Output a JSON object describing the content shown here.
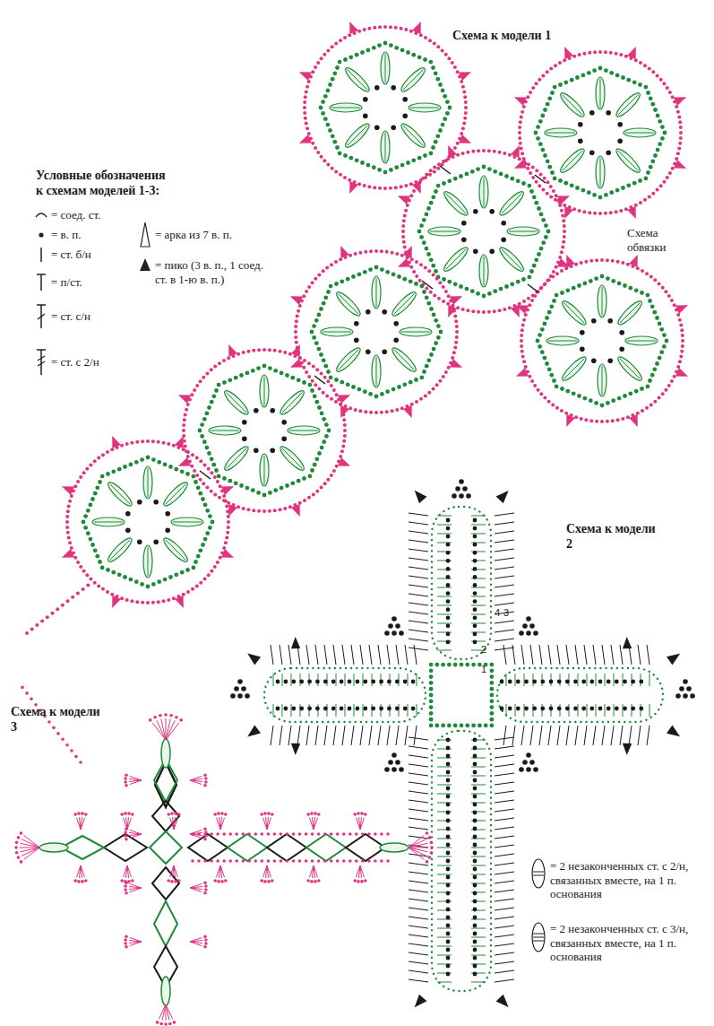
{
  "diagram": {
    "labels": [
      "Схема к модели 1",
      "Условные обозначения к схемам моделей 1-3:",
      "Схема обвязки",
      "Схема к модели 2",
      "Схема к модели 3",
      "4",
      "3",
      "2",
      "1"
    ],
    "legend": [
      {
        "text": "= соед. ст."
      },
      {
        "text": "= в. п."
      },
      {
        "text": "= ст. б/н"
      },
      {
        "text": "= п/ст."
      },
      {
        "text": "= ст. с/н"
      },
      {
        "text": "= ст. с 2/н"
      },
      {
        "text": "= арка из 7 в. п."
      },
      {
        "text": "= пико (3 в. п., 1 соед. ст. в 1-ю в. п.)"
      },
      {
        "text": "= 2 незаконченных ст. с 2/н, связанных вместе, на 1 п. основания"
      },
      {
        "text": "= 2 незаконченных ст. с 3/н, связанных вместе, на 1 п. основания"
      }
    ]
  }
}
